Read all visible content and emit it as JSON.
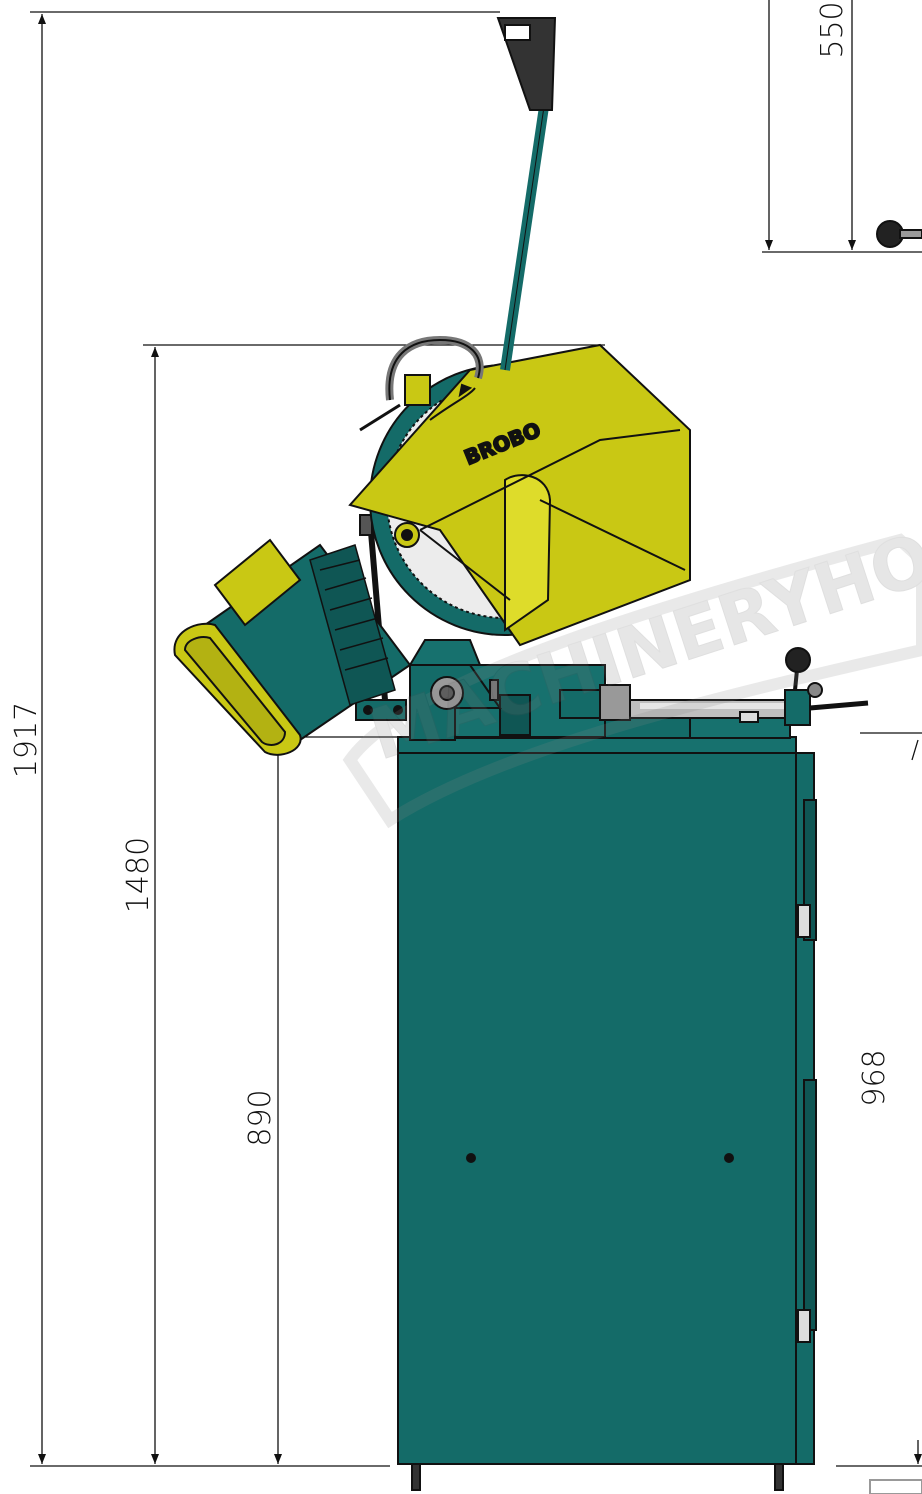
{
  "drawing": {
    "brand": "BROBO",
    "watermark": "MACHINERYHOUSE",
    "dimensions": {
      "overall_height": "1917",
      "head_height": "1480",
      "table_height": "890",
      "lift_height": "550",
      "right_height": "968"
    },
    "colors": {
      "body": "#146b68",
      "guard": "#c9c814",
      "motor_cap": "#c9c814",
      "line": "#111111"
    }
  }
}
